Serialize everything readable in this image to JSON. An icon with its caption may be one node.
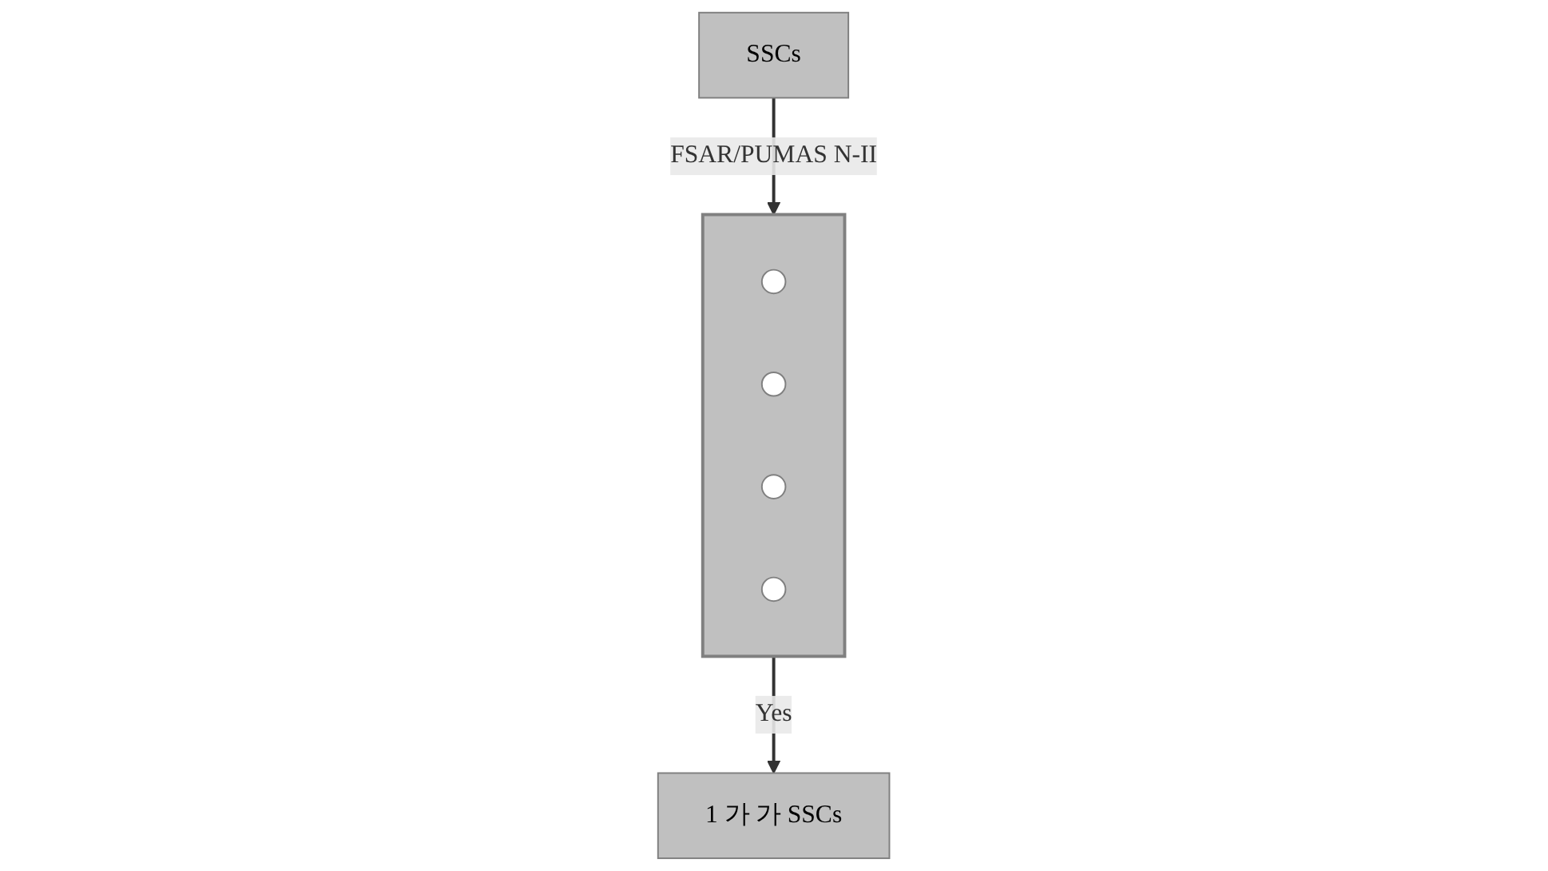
{
  "diagram": {
    "nodes": [
      {
        "text": [
          "SSCs"
        ]
      },
      {
        "text": [],
        "shape": "box"
      },
      {
        "text": [],
        "shape": "ellipse",
        "in": 1
      },
      {
        "text": [],
        "shape": "ellipse",
        "in": 1
      },
      {
        "text": [],
        "shape": "ellipse",
        "in": 1
      },
      {
        "text": [],
        "shape": "ellipse",
        "in": 1
      },
      {
        "text": [
          "1 가 가 SSCs"
        ]
      }
    ],
    "edges": [
      {
        "from": 0,
        "to": 1,
        "arrow": "to",
        "label": "FSAR/PUMAS N-II"
      },
      {
        "from": 1,
        "to": 6,
        "arrow": "to",
        "label": "Yes"
      }
    ]
  }
}
